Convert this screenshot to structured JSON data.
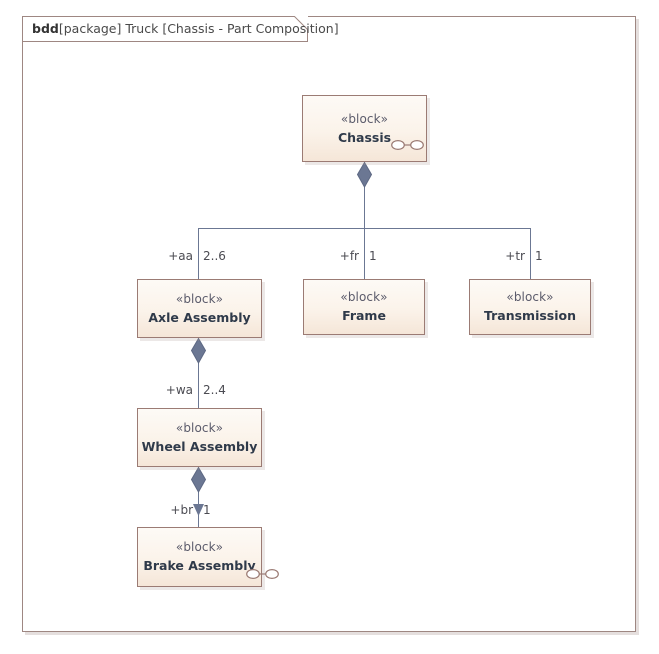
{
  "diagram": {
    "frame": {
      "kind": "bdd",
      "qualifier": "[package]",
      "name": "Truck",
      "scope": "[Chassis - Part Composition]",
      "full_label": "bdd[package] Truck [Chassis - Part Composition]"
    },
    "notation": "SysML Block Definition Diagram",
    "colors": {
      "block_border": "#9b7b74",
      "block_fill_top": "#fdfaf6",
      "block_fill_bottom": "#f5e6d8",
      "connector": "#6b7793",
      "diamond_fill": "#6b7793",
      "frame_border": "#9e8782",
      "stereotype_text": "#5b5b6b",
      "block_name_text": "#2f3a4a",
      "edge_label_text": "#4b4b52",
      "canvas": "#ffffff"
    },
    "blocks": [
      {
        "id": "chassis",
        "stereotype": "«block»",
        "name": "Chassis",
        "has_composite_icon": true
      },
      {
        "id": "axle-assembly",
        "stereotype": "«block»",
        "name": "Axle Assembly",
        "has_composite_icon": false
      },
      {
        "id": "frame",
        "stereotype": "«block»",
        "name": "Frame",
        "has_composite_icon": false
      },
      {
        "id": "transmission",
        "stereotype": "«block»",
        "name": "Transmission",
        "has_composite_icon": false
      },
      {
        "id": "wheel-assembly",
        "stereotype": "«block»",
        "name": "Wheel Assembly",
        "has_composite_icon": false
      },
      {
        "id": "brake-assembly",
        "stereotype": "«block»",
        "name": "Brake Assembly",
        "has_composite_icon": true
      }
    ],
    "associations": [
      {
        "id": "chassis-axle",
        "type": "composition",
        "whole": "Chassis",
        "part": "Axle Assembly",
        "role": "+aa",
        "multiplicity": "2..6"
      },
      {
        "id": "chassis-frame",
        "type": "composition",
        "whole": "Chassis",
        "part": "Frame",
        "role": "+fr",
        "multiplicity": "1"
      },
      {
        "id": "chassis-transmission",
        "type": "composition",
        "whole": "Chassis",
        "part": "Transmission",
        "role": "+tr",
        "multiplicity": "1"
      },
      {
        "id": "axle-wheel",
        "type": "composition",
        "whole": "Axle Assembly",
        "part": "Wheel Assembly",
        "role": "+wa",
        "multiplicity": "2..4"
      },
      {
        "id": "wheel-brake",
        "type": "composition",
        "whole": "Wheel Assembly",
        "part": "Brake Assembly",
        "role": "+br",
        "multiplicity": "1"
      }
    ]
  }
}
